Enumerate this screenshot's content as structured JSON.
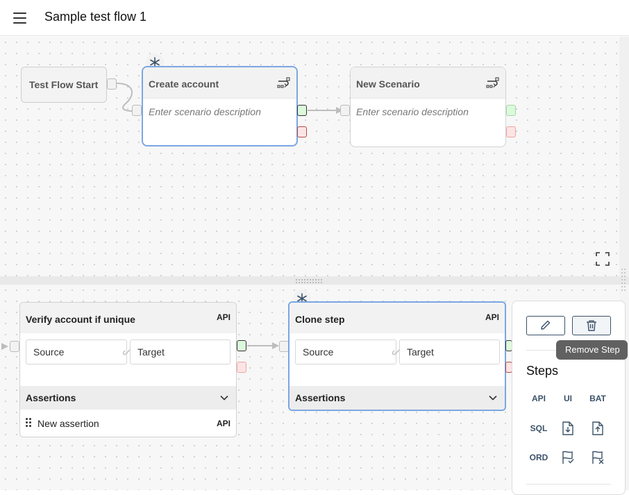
{
  "header": {
    "title": "Sample test flow 1"
  },
  "flow": {
    "start_label": "Test Flow Start",
    "scenarios": [
      {
        "name": "Create account",
        "description_placeholder": "Enter scenario description"
      },
      {
        "name": "New Scenario",
        "description_placeholder": "Enter scenario description"
      }
    ]
  },
  "steps": [
    {
      "name": "Verify account if unique",
      "type": "API",
      "source_label": "Source",
      "target_label": "Target",
      "assertions_label": "Assertions",
      "assertions": [
        {
          "label": "New assertion",
          "type": "API"
        }
      ]
    },
    {
      "name": "Clone step",
      "type": "API",
      "source_label": "Source",
      "target_label": "Target",
      "assertions_label": "Assertions"
    }
  ],
  "panel": {
    "steps_title": "Steps",
    "tools": [
      "API",
      "UI",
      "BAT",
      "SQL",
      "ORD"
    ],
    "icons": [
      "edit-icon",
      "trash-icon",
      "file-import-icon",
      "file-export-icon",
      "flag-check-icon",
      "flag-x-icon"
    ],
    "tooltip": "Remove Step"
  },
  "colors": {
    "selected_border": "#7ba6e2",
    "success_port": "#dcf9dc",
    "error_port": "#fde4e4",
    "tool_text": "#3b5268",
    "tooltip_bg": "#616161"
  }
}
